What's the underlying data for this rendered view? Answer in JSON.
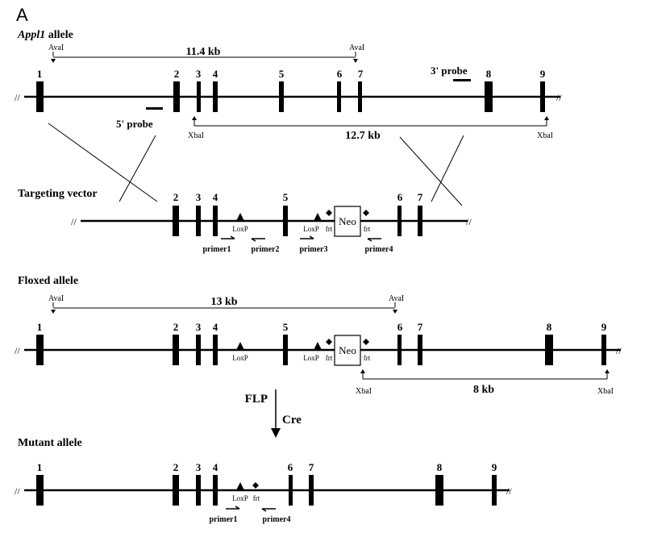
{
  "panel_label": "A",
  "sections": {
    "appl1_italic": "Appl1",
    "appl1_rest": " allele",
    "targeting": "Targeting vector",
    "floxed": "Floxed allele",
    "mutant": "Mutant allele"
  },
  "exons": {
    "wt": [
      "1",
      "2",
      "3",
      "4",
      "5",
      "6",
      "7",
      "8",
      "9"
    ],
    "tv": [
      "2",
      "3",
      "4",
      "5",
      "6",
      "7"
    ],
    "fl": [
      "1",
      "2",
      "3",
      "4",
      "5",
      "6",
      "7",
      "8",
      "9"
    ],
    "mu": [
      "1",
      "2",
      "3",
      "4",
      "6",
      "7",
      "8",
      "9"
    ]
  },
  "sizes": {
    "wt_ava": "11.4 kb",
    "wt_xba": "12.7 kb",
    "fl_ava": "13 kb",
    "fl_xba": "8 kb"
  },
  "enzymes": {
    "ava": "AvaI",
    "xba": "XbaI"
  },
  "probes": {
    "five": "5' probe",
    "three": "3' probe"
  },
  "elements": {
    "loxp": "LoxP",
    "frt": "frt",
    "neo": "Neo"
  },
  "primers": {
    "p1": "primer1",
    "p2": "primer2",
    "p3": "primer3",
    "p4": "primer4"
  },
  "enzymes_recomb": {
    "flp": "FLP",
    "cre": "Cre"
  },
  "break_mark": "//"
}
